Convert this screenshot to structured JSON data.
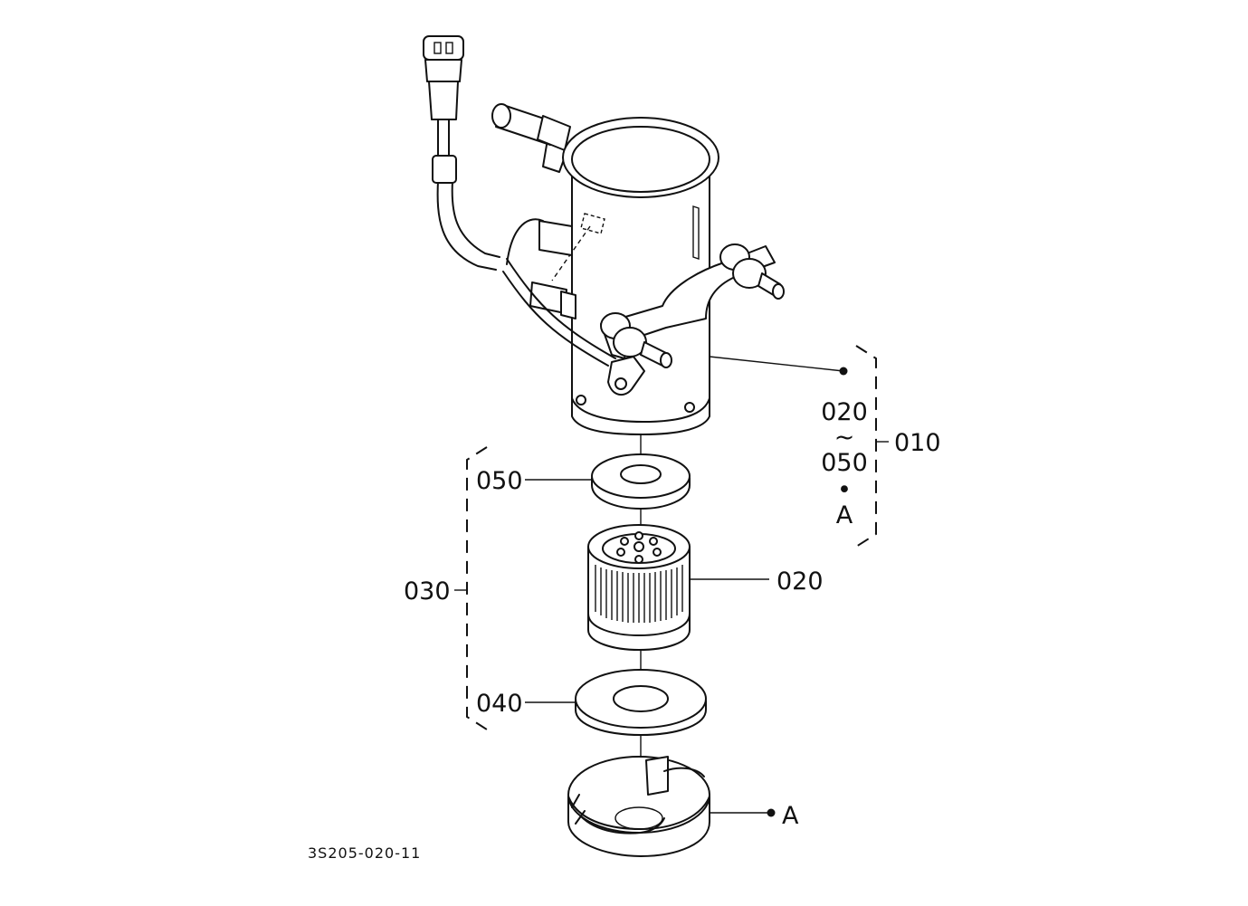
{
  "diagram": {
    "drawing_code": "3S205-020-11",
    "callouts": {
      "assembly": "010",
      "element": "020",
      "kit": "030",
      "gasket_lower": "040",
      "gasket_upper": "050",
      "cover": "A"
    },
    "assembly_contents": {
      "range_start": "020",
      "range_mark": "~",
      "range_end": "050",
      "separator": "•",
      "extra": "A"
    }
  }
}
